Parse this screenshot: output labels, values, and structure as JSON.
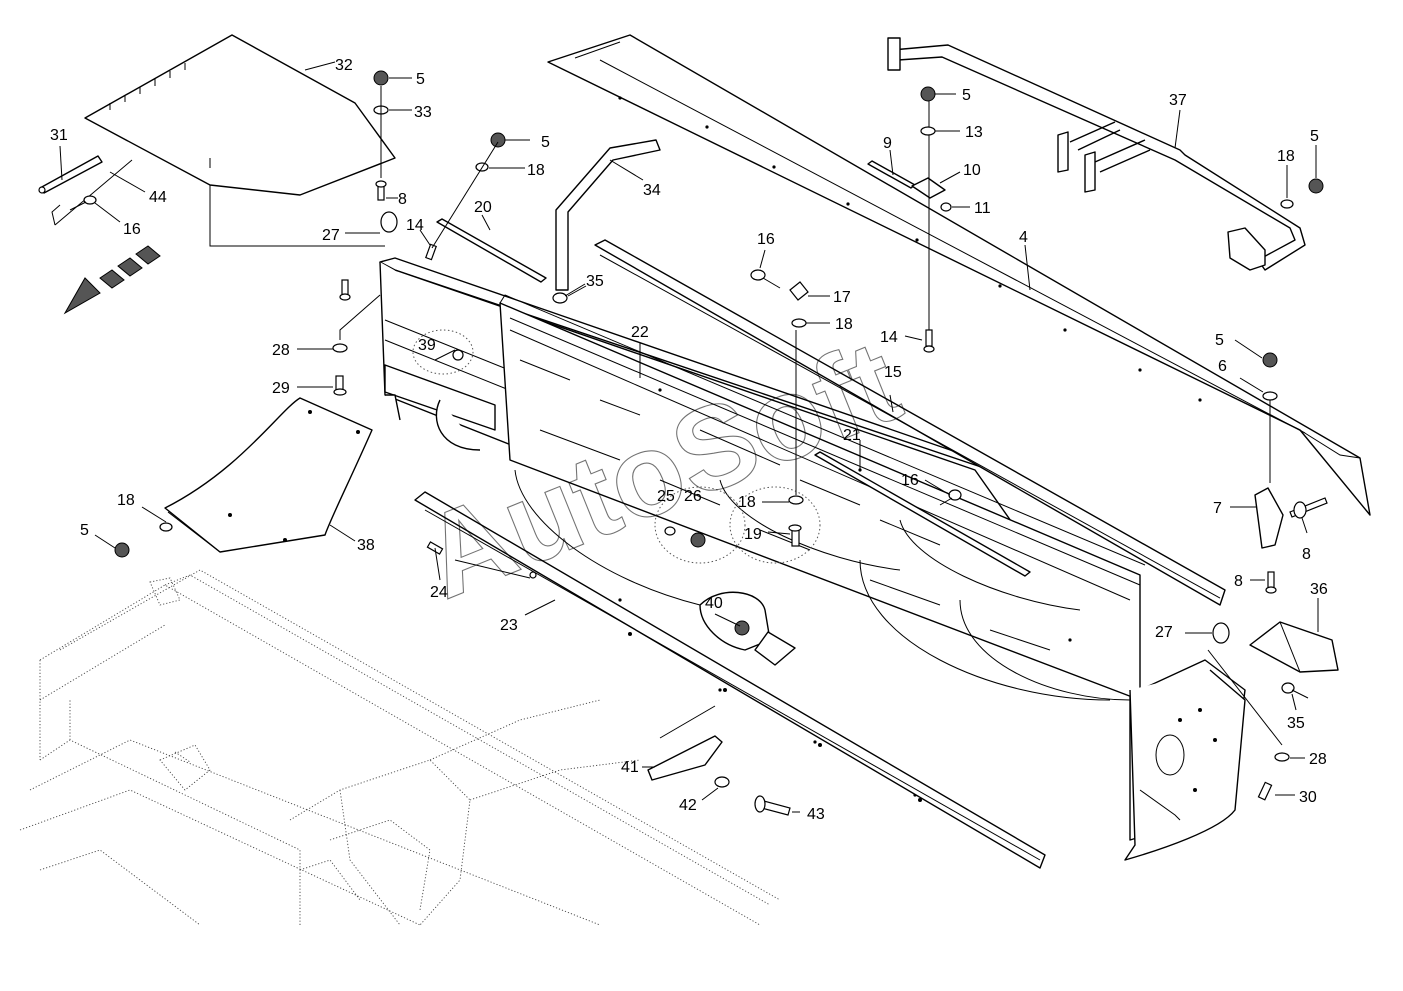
{
  "watermark": "AutoSoft",
  "callouts": [
    {
      "id": "c-32a",
      "label": "32"
    },
    {
      "id": "c-5a",
      "label": "5"
    },
    {
      "id": "c-33",
      "label": "33"
    },
    {
      "id": "c-31",
      "label": "31"
    },
    {
      "id": "c-44",
      "label": "44"
    },
    {
      "id": "c-16a",
      "label": "16"
    },
    {
      "id": "c-8a",
      "label": "8"
    },
    {
      "id": "c-27a",
      "label": "27"
    },
    {
      "id": "c-14a",
      "label": "14"
    },
    {
      "id": "c-5b",
      "label": "5"
    },
    {
      "id": "c-18a",
      "label": "18"
    },
    {
      "id": "c-20",
      "label": "20"
    },
    {
      "id": "c-34",
      "label": "34"
    },
    {
      "id": "c-35a",
      "label": "35"
    },
    {
      "id": "c-28a",
      "label": "28"
    },
    {
      "id": "c-39",
      "label": "39"
    },
    {
      "id": "c-29",
      "label": "29"
    },
    {
      "id": "c-22",
      "label": "22"
    },
    {
      "id": "c-18b",
      "label": "18"
    },
    {
      "id": "c-5c",
      "label": "5"
    },
    {
      "id": "c-38",
      "label": "38"
    },
    {
      "id": "c-24",
      "label": "24"
    },
    {
      "id": "c-23",
      "label": "23"
    },
    {
      "id": "c-25",
      "label": "25"
    },
    {
      "id": "c-26",
      "label": "26"
    },
    {
      "id": "c-18c",
      "label": "18"
    },
    {
      "id": "c-19",
      "label": "19"
    },
    {
      "id": "c-40",
      "label": "40"
    },
    {
      "id": "c-41",
      "label": "41"
    },
    {
      "id": "c-42",
      "label": "42"
    },
    {
      "id": "c-43",
      "label": "43"
    },
    {
      "id": "c-16b",
      "label": "16"
    },
    {
      "id": "c-17",
      "label": "17"
    },
    {
      "id": "c-18d",
      "label": "18"
    },
    {
      "id": "c-14b",
      "label": "14"
    },
    {
      "id": "c-15",
      "label": "15"
    },
    {
      "id": "c-21",
      "label": "21"
    },
    {
      "id": "c-16c",
      "label": "16"
    },
    {
      "id": "c-9",
      "label": "9"
    },
    {
      "id": "c-5d",
      "label": "5"
    },
    {
      "id": "c-13",
      "label": "13"
    },
    {
      "id": "c-10",
      "label": "10"
    },
    {
      "id": "c-11",
      "label": "11"
    },
    {
      "id": "c-4",
      "label": "4"
    },
    {
      "id": "c-37",
      "label": "37"
    },
    {
      "id": "c-18e",
      "label": "18"
    },
    {
      "id": "c-5e",
      "label": "5"
    },
    {
      "id": "c-5f",
      "label": "5"
    },
    {
      "id": "c-6",
      "label": "6"
    },
    {
      "id": "c-7",
      "label": "7"
    },
    {
      "id": "c-8b",
      "label": "8"
    },
    {
      "id": "c-8c",
      "label": "8"
    },
    {
      "id": "c-36",
      "label": "36"
    },
    {
      "id": "c-27b",
      "label": "27"
    },
    {
      "id": "c-35b",
      "label": "35"
    },
    {
      "id": "c-28b",
      "label": "28"
    },
    {
      "id": "c-30",
      "label": "30"
    }
  ]
}
